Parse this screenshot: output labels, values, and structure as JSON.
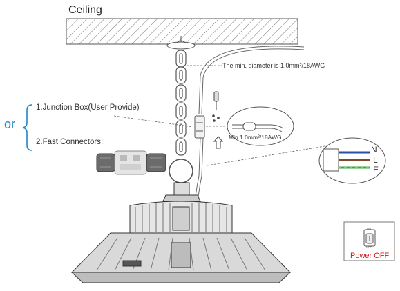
{
  "labels": {
    "ceiling": "Ceiling",
    "diameter_note": "The min. diameter is 1.0mm²/18AWG",
    "min_wire": "Min.1.0mm²/18AWG",
    "or": "or",
    "option_1": "1.Junction Box(User Provide)",
    "option_2": "2.Fast Connectors:",
    "wire_n": "N",
    "wire_l": "L",
    "wire_e": "E",
    "power_off": "Power OFF",
    "switch_on": "ON",
    "switch_off": "OFF"
  },
  "colors": {
    "wire_n": "#2b4fa8",
    "wire_l": "#7a4a2a",
    "wire_e_green": "#3aa53a",
    "wire_e_yellow": "#e6d21a",
    "accent_or": "#1e88c8",
    "power_off": "#d8161b"
  },
  "icons": [
    "hatched-ceiling",
    "chain",
    "screwdriver-icon",
    "junction-box",
    "fast-connector",
    "power-switch-icon",
    "ufo-high-bay-light"
  ]
}
